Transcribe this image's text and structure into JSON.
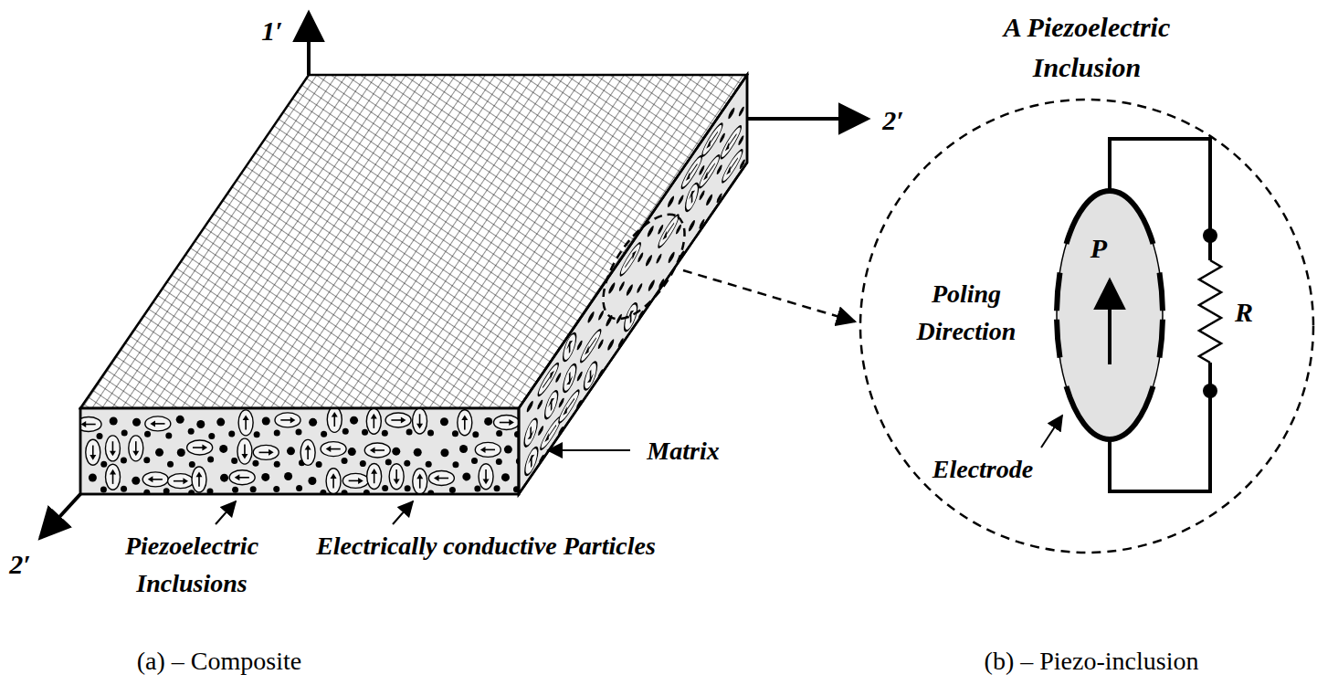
{
  "diagram": {
    "nodes": [
      {
        "text": [
          "A Piezoelectric Inclusion"
        ]
      },
      {
        "text": [
          "P"
        ],
        "in": 0
      }
    ],
    "labels": [
      "1′",
      "2′",
      "2′",
      "Piezoelectric Inclusions",
      "Electrically conductive Particles",
      "Matrix",
      "Poling Direction",
      "Electrode",
      "R",
      "(a) – Composite",
      "(b) – Piezo-inclusion"
    ]
  }
}
